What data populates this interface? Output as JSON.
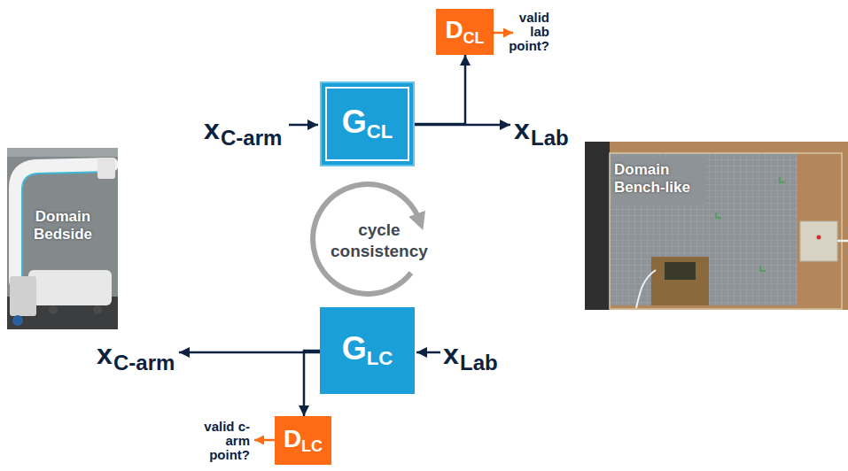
{
  "diagram": {
    "nodes": [
      {
        "text": [
          "D",
          "CL"
        ]
      },
      {
        "text": [
          "G",
          "CL"
        ]
      },
      {
        "text": [
          "Domain Bedside"
        ]
      },
      {
        "text": [
          "Domain Bench-like"
        ]
      },
      {
        "text": [
          "G",
          "LC"
        ]
      },
      {
        "text": [
          "D",
          "LC"
        ]
      }
    ],
    "edges": [
      {
        "from": 1,
        "to": 0,
        "arrow": "to"
      },
      {
        "from": 4,
        "to": 5,
        "arrow": "to"
      }
    ],
    "labels": [
      "valid lab point?",
      "x",
      "C-arm",
      "x",
      "Lab",
      "cycle consistency",
      "x",
      "C-arm",
      "x",
      "Lab",
      "valid c-arm point?"
    ]
  }
}
